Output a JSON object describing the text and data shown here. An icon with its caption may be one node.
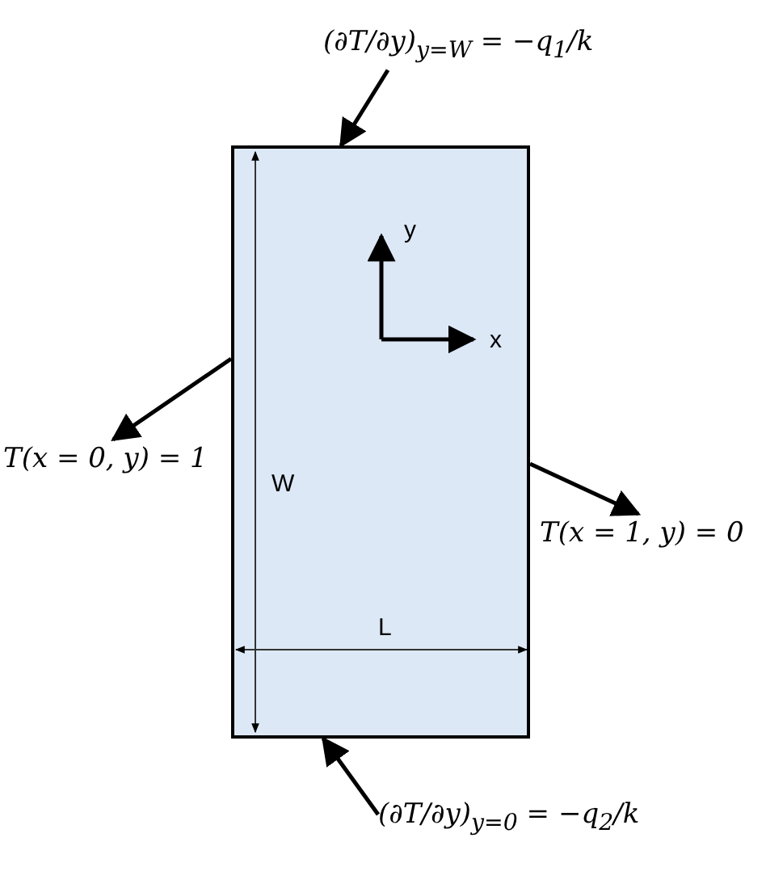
{
  "diagram": {
    "nodes": [
      {
        "text": [
          "(∂T/∂y)$_{y=W}$ = −q$_{1}$/k"
        ]
      },
      {
        "text": [],
        "shape": "box"
      },
      {
        "text": [
          "T(x = 0, y) = 1"
        ]
      },
      {
        "text": [
          "T(x = 1, y) = 0"
        ]
      },
      {
        "text": [
          "(∂T/∂y)$_{y=0}$ = −q$_{2}$/k"
        ]
      }
    ],
    "edges": [
      {
        "from": 0,
        "to": 1,
        "arrow": "to"
      },
      {
        "from": 1,
        "to": 2,
        "arrow": "to"
      },
      {
        "from": 1,
        "to": 3,
        "arrow": "to"
      },
      {
        "from": 4,
        "to": 1,
        "arrow": "to"
      }
    ],
    "labels": [
      "y",
      "x",
      "W",
      "L"
    ]
  }
}
